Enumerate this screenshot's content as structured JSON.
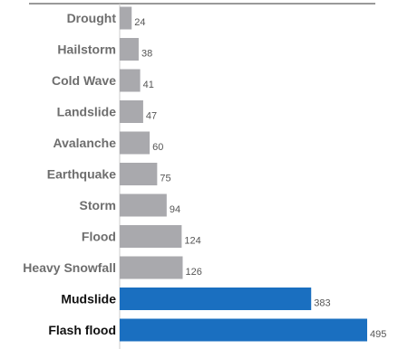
{
  "chart_data": {
    "type": "bar",
    "orientation": "horizontal",
    "categories": [
      "Drought",
      "Hailstorm",
      "Cold Wave",
      "Landslide",
      "Avalanche",
      "Earthquake",
      "Storm",
      "Flood",
      "Heavy Snowfall",
      "Mudslide",
      "Flash flood"
    ],
    "values": [
      24,
      38,
      41,
      47,
      60,
      75,
      94,
      124,
      126,
      383,
      495
    ],
    "highlighted": [
      "Mudslide",
      "Flash flood"
    ],
    "xlim": [
      0,
      495
    ],
    "grid": false,
    "legend": "none"
  },
  "colors": {
    "bar": "#a9a9ad",
    "highlight": "#1a6fc0",
    "axis": "#333333"
  }
}
